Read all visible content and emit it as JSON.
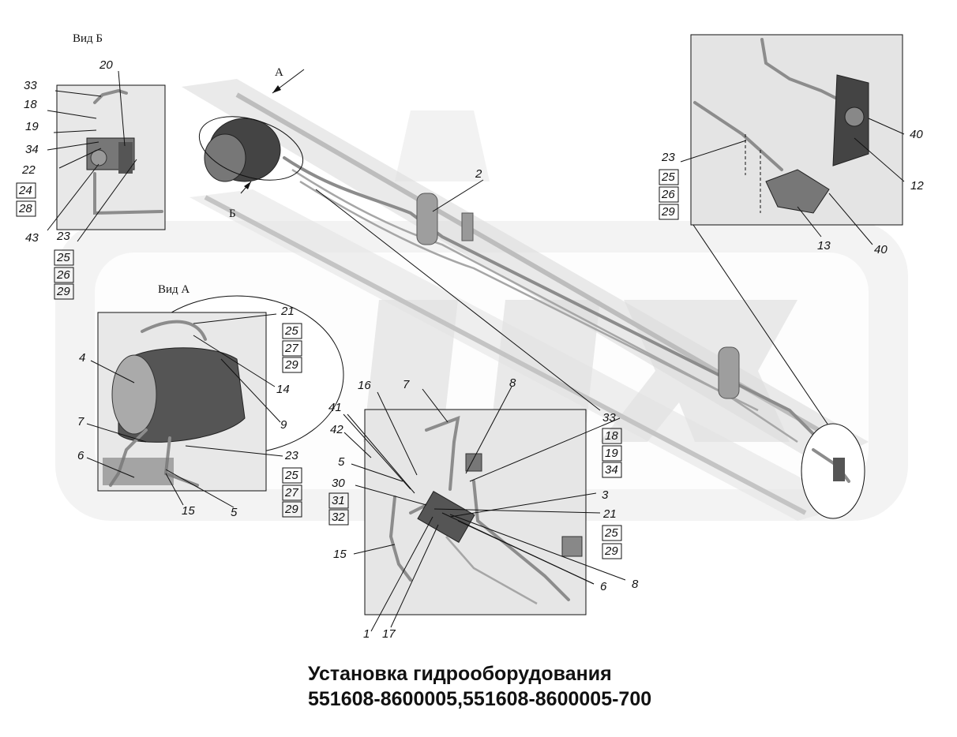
{
  "title": {
    "line1": "Установка гидрооборудования",
    "line2": "551608-8600005,551608-8600005-700"
  },
  "views": {
    "vid_b": "Вид Б",
    "vid_a": "Вид А",
    "arrow_a": "А",
    "arrow_b": "Б"
  },
  "labels": {
    "b33": "33",
    "b20": "20",
    "b18": "18",
    "b19": "19",
    "b34": "34",
    "b22": "22",
    "b24": "24",
    "b28": "28",
    "b43": "43",
    "b23": "23",
    "b25": "25",
    "b26": "26",
    "b29": "29",
    "a21": "21",
    "a25": "25",
    "a27": "27",
    "a29": "29",
    "a4": "4",
    "a14": "14",
    "a9": "9",
    "a7": "7",
    "a6": "6",
    "a15": "15",
    "a5": "5",
    "a23": "23",
    "a25b": "25",
    "a27b": "27",
    "a29b": "29",
    "m2": "2",
    "r40a": "40",
    "r12": "12",
    "r23": "23",
    "r25": "25",
    "r26": "26",
    "r29": "29",
    "r13": "13",
    "r40b": "40",
    "c16": "16",
    "c7": "7",
    "c8a": "8",
    "c41": "41",
    "c42": "42",
    "c33": "33",
    "c18": "18",
    "c19": "19",
    "c34": "34",
    "c5": "5",
    "c30": "30",
    "c31": "31",
    "c32": "32",
    "c3": "3",
    "c21": "21",
    "c25": "25",
    "c29": "29",
    "c15": "15",
    "c6": "6",
    "c8b": "8",
    "c1": "1",
    "c17": "17"
  }
}
